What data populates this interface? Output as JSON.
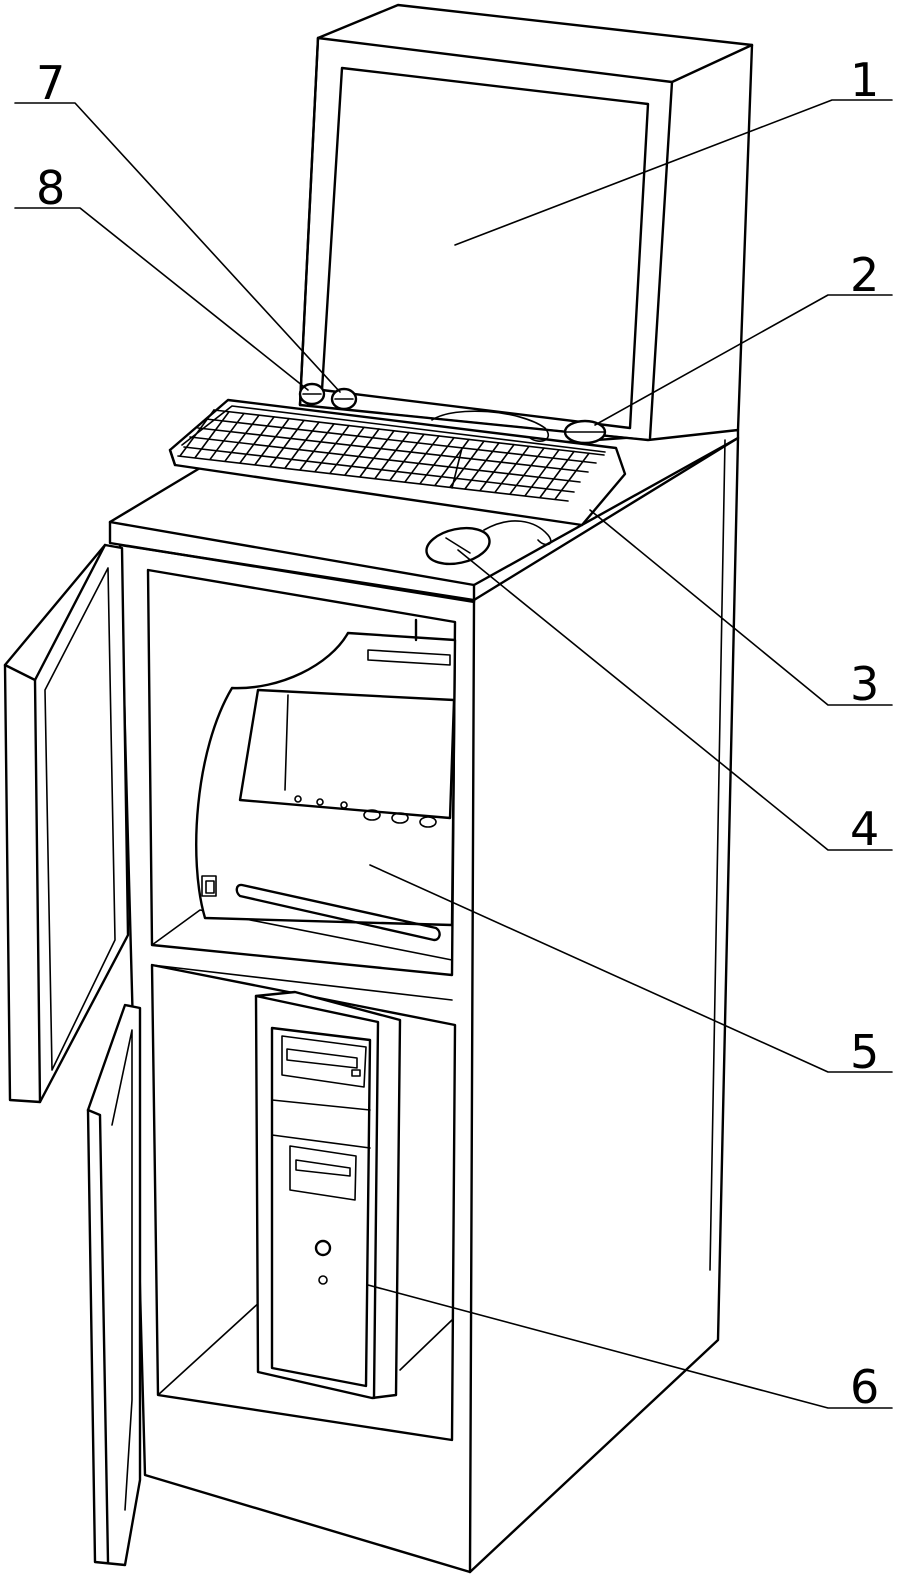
{
  "figure": {
    "labels": [
      {
        "id": "label-1",
        "text": "1",
        "part": "display-monitor"
      },
      {
        "id": "label-2",
        "text": "2",
        "part": "round-button-right"
      },
      {
        "id": "label-3",
        "text": "3",
        "part": "keyboard"
      },
      {
        "id": "label-4",
        "text": "4",
        "part": "mouse"
      },
      {
        "id": "label-5",
        "text": "5",
        "part": "printer-unit"
      },
      {
        "id": "label-6",
        "text": "6",
        "part": "computer-host"
      },
      {
        "id": "label-7",
        "text": "7",
        "part": "round-button-left-b"
      },
      {
        "id": "label-8",
        "text": "8",
        "part": "round-button-left-a"
      }
    ]
  },
  "colors": {
    "line": "#000000",
    "background": "#ffffff"
  }
}
